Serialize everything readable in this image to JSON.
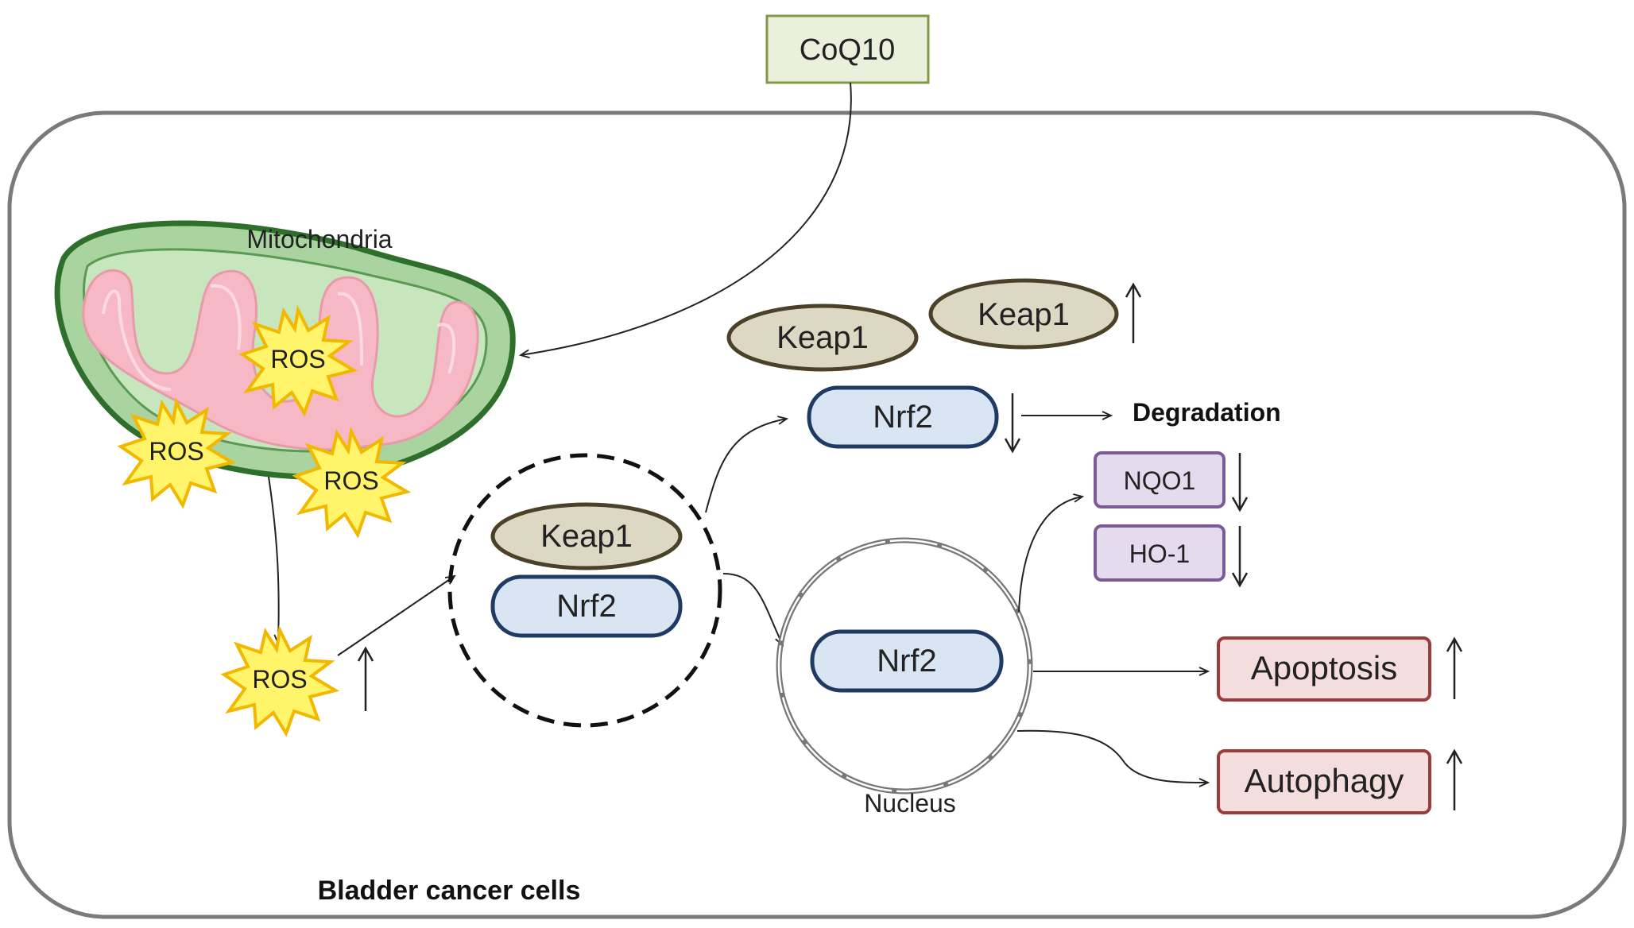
{
  "coq10": "CoQ10",
  "mitochondria_label": "Mitochondria",
  "ros_label": "ROS",
  "keap1_label": "Keap1",
  "nrf2_label": "Nrf2",
  "degradation_label": "Degradation",
  "nqo1_label": "NQO1",
  "ho1_label": "HO-1",
  "apoptosis_label": "Apoptosis",
  "autophagy_label": "Autophagy",
  "nucleus_label": "Nucleus",
  "cell_label": "Bladder cancer cells",
  "colors": {
    "coq10_fill": "#eaf0dc",
    "coq10_stroke": "#7f9a46",
    "mito_outer": "#a9d4a0",
    "mito_stroke": "#2f6f2c",
    "mito_inner": "#f6b8c4",
    "keap1_fill": "#ddd8c4",
    "keap1_stroke": "#4a4128",
    "nrf2_fill": "#dae5f3",
    "nrf2_stroke": "#1f3a63",
    "gene_fill": "#e4dcee",
    "gene_stroke": "#7b5a96",
    "outcome_fill": "#f4dddd",
    "outcome_stroke": "#9b3b3b",
    "ros_fill": "#fff46a",
    "ros_stroke": "#f2b800"
  }
}
